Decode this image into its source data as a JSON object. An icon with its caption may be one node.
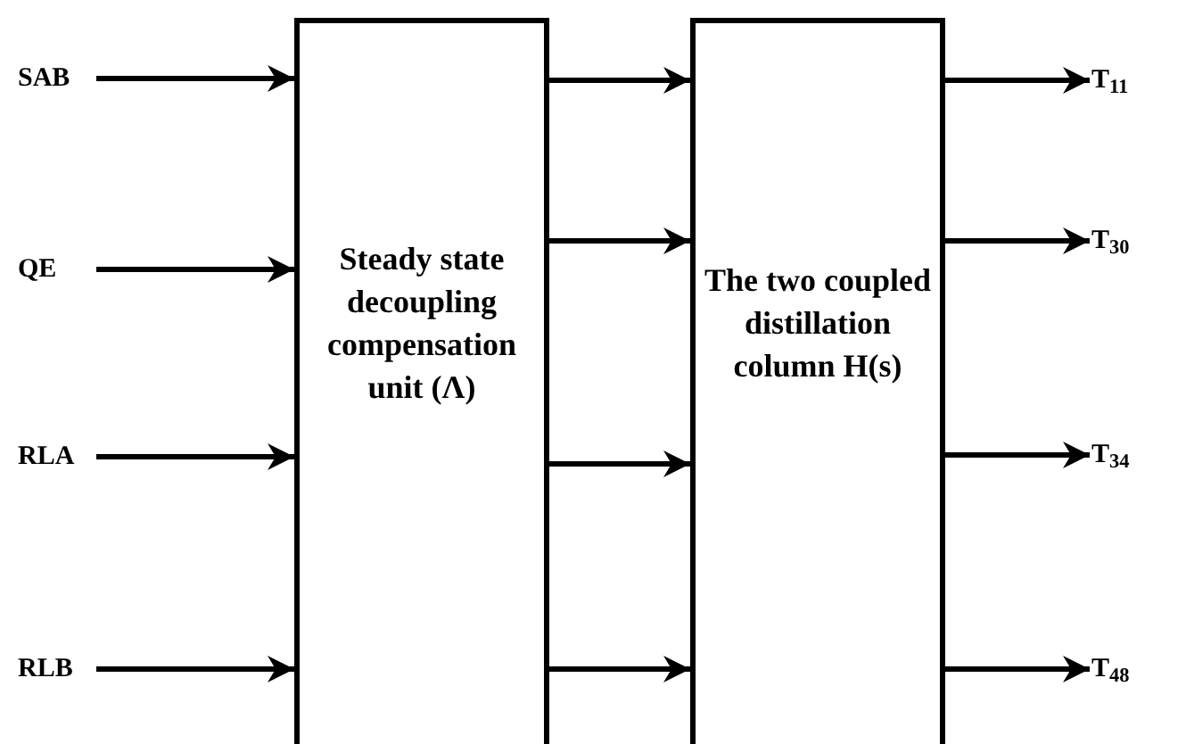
{
  "diagram": {
    "nodes": [
      {
        "text": [
          "SAB"
        ]
      },
      {
        "text": [
          "QE"
        ]
      },
      {
        "text": [
          "RLA"
        ]
      },
      {
        "text": [
          "RLB"
        ]
      },
      {
        "text": [
          "Steady state decoupling compensation unit (Λ)"
        ]
      },
      {
        "text": [
          "The two coupled distillation column H(s)"
        ]
      },
      {
        "text": [
          "T$_{11}$"
        ]
      },
      {
        "text": [
          "T$_{30}$"
        ]
      },
      {
        "text": [
          "T$_{34}$"
        ]
      },
      {
        "text": [
          "T$_{48}$"
        ]
      }
    ],
    "edges": [
      {
        "from": 0,
        "to": 4,
        "arrow": "to"
      },
      {
        "from": 1,
        "to": 4,
        "arrow": "to"
      },
      {
        "from": 2,
        "to": 4,
        "arrow": "to"
      },
      {
        "from": 3,
        "to": 4,
        "arrow": "to"
      },
      {
        "from": 4,
        "to": 5,
        "arrow": "to"
      },
      {
        "from": 4,
        "to": 5,
        "arrow": "to"
      },
      {
        "from": 4,
        "to": 5,
        "arrow": "to"
      },
      {
        "from": 4,
        "to": 5,
        "arrow": "to"
      },
      {
        "from": 5,
        "to": 6,
        "arrow": "to"
      },
      {
        "from": 5,
        "to": 7,
        "arrow": "to"
      },
      {
        "from": 5,
        "to": 8,
        "arrow": "to"
      },
      {
        "from": 5,
        "to": 9,
        "arrow": "to"
      }
    ]
  }
}
